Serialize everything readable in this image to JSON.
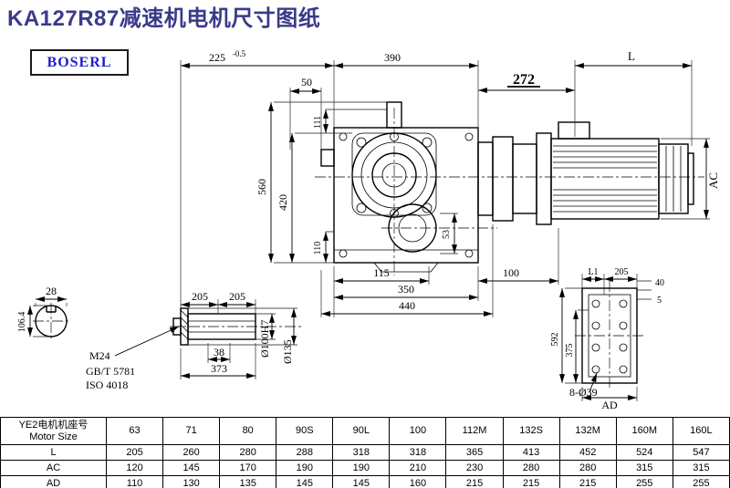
{
  "page": {
    "title": "KA127R87减速机电机尺寸图纸",
    "logo": "BOSERL"
  },
  "drawing": {
    "dims": {
      "d225": "225",
      "tol225": "-0.5",
      "d390": "390",
      "d272": "272",
      "dL": "L",
      "d50": "50",
      "d560": "560",
      "d420": "420",
      "d111": "111",
      "d110": "110",
      "d53": "53",
      "d115": "115",
      "d100": "100",
      "d350": "350",
      "d440": "440",
      "d28": "28",
      "d106_4": "106.4",
      "d205a": "205",
      "d205b": "205",
      "d38": "38",
      "d373": "373",
      "m24": "M24",
      "gb": "GB/T 5781",
      "iso": "ISO 4018",
      "dia100": "Ø100H7",
      "dia135": "Ø135",
      "dL1": "L1",
      "d205c": "205",
      "d40": "40",
      "d5": "5",
      "d592": "592",
      "d375": "375",
      "holes": "8-Ø39",
      "dAD": "AD",
      "dAC": "AC"
    }
  },
  "table": {
    "header": {
      "line1": "YE2电机机座号",
      "line2": "Motor Size"
    },
    "columns": [
      "63",
      "71",
      "80",
      "90S",
      "90L",
      "100",
      "112M",
      "132S",
      "132M",
      "160M",
      "160L"
    ],
    "rows": [
      {
        "label": "L",
        "values": [
          "205",
          "260",
          "280",
          "288",
          "318",
          "318",
          "365",
          "413",
          "452",
          "524",
          "547"
        ]
      },
      {
        "label": "AC",
        "values": [
          "120",
          "145",
          "170",
          "190",
          "190",
          "210",
          "230",
          "280",
          "280",
          "315",
          "315"
        ]
      },
      {
        "label": "AD",
        "values": [
          "110",
          "130",
          "135",
          "145",
          "145",
          "160",
          "215",
          "215",
          "215",
          "255",
          "255"
        ]
      }
    ]
  }
}
